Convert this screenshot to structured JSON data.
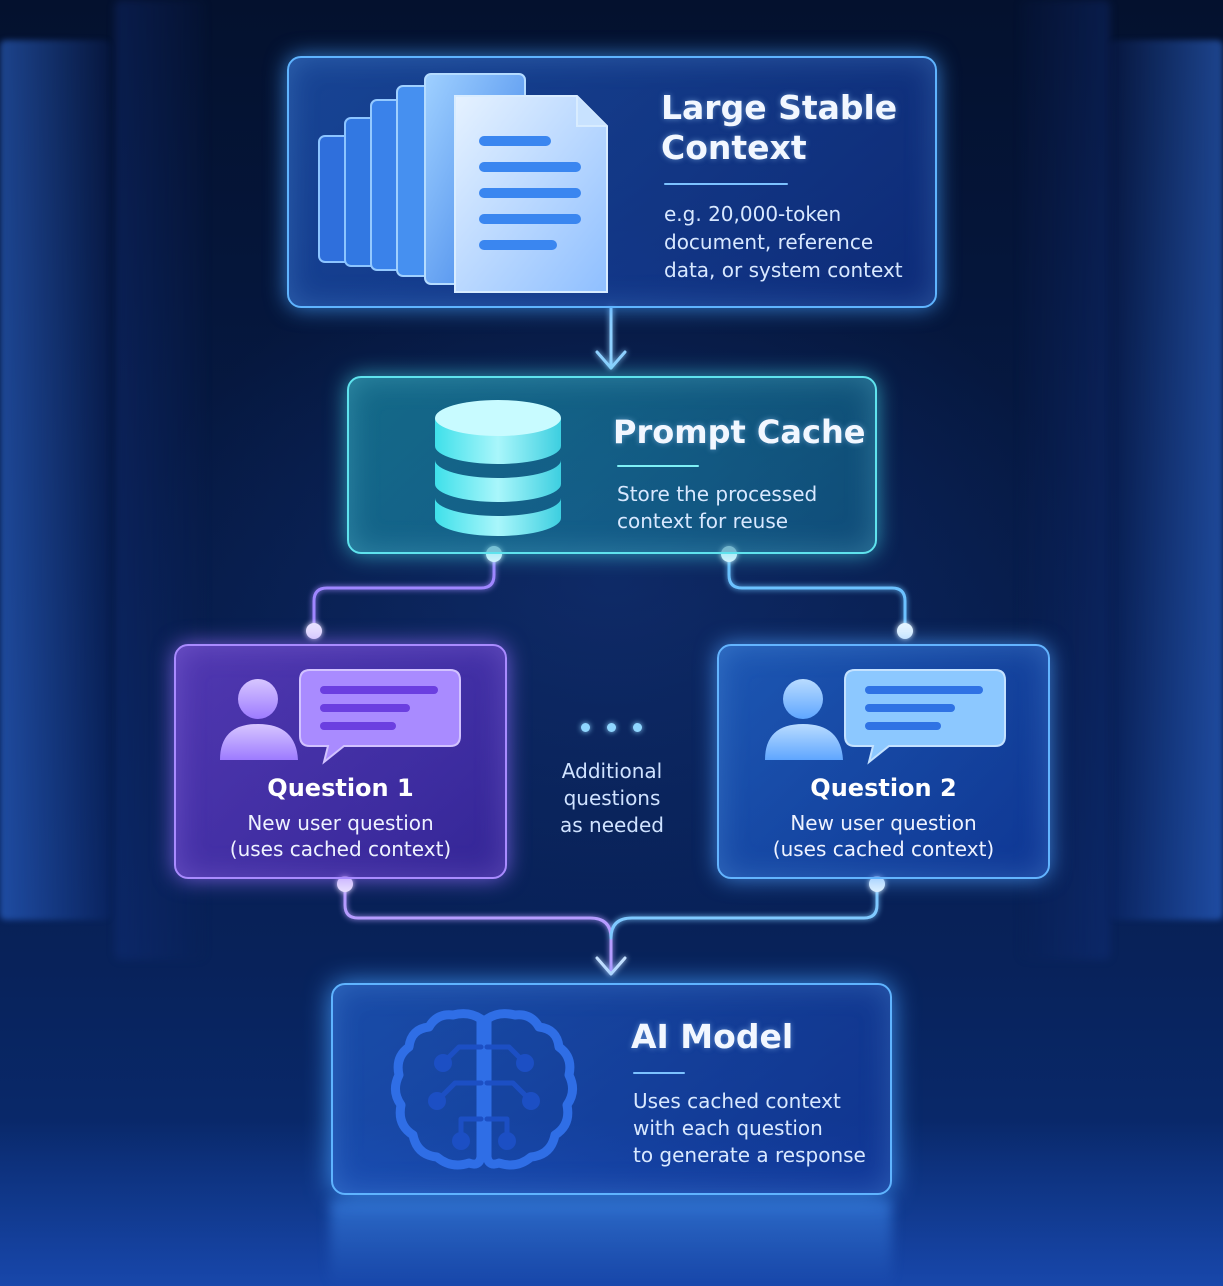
{
  "context_card": {
    "title_line1": "Large Stable",
    "title_line2": "Context",
    "desc_line1": "e.g. 20,000-token",
    "desc_line2": "document, reference",
    "desc_line3": "data, or system context",
    "icon": "document-stack-icon"
  },
  "cache_card": {
    "title": "Prompt Cache",
    "desc_line1": "Store the processed",
    "desc_line2": "context for reuse",
    "icon": "database-icon"
  },
  "question1": {
    "title": "Question 1",
    "desc_line1": "New user question",
    "desc_line2": "(uses cached context)",
    "icon": "user-chat-icon"
  },
  "question2": {
    "title": "Question 2",
    "desc_line1": "New user question",
    "desc_line2": "(uses cached context)",
    "icon": "user-chat-icon"
  },
  "additional": {
    "line1": "Additional",
    "line2": "questions",
    "line3": "as needed"
  },
  "model_card": {
    "title": "AI Model",
    "desc_line1": "Uses cached context",
    "desc_line2": "with each question",
    "desc_line3": "to generate a response",
    "icon": "brain-circuit-icon"
  },
  "colors": {
    "background": "#061a45",
    "blue_accent": "#5fb4ff",
    "cyan_accent": "#5fe3ee",
    "purple_accent": "#a98bff"
  }
}
